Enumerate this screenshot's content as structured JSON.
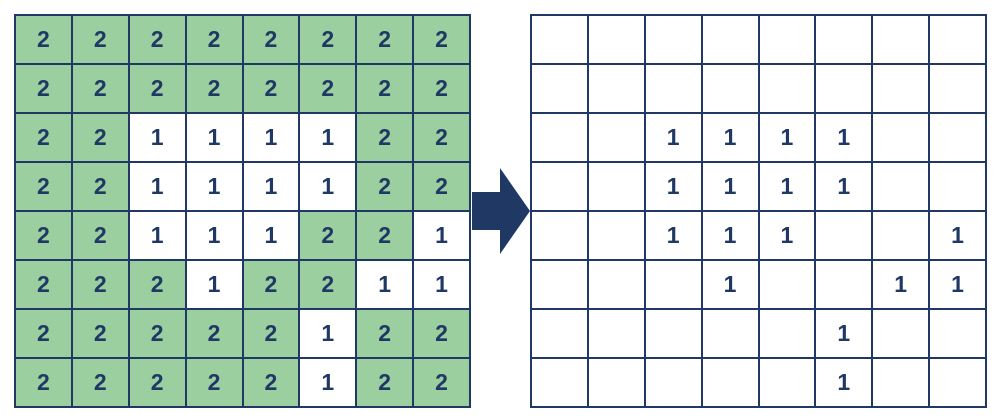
{
  "colors": {
    "green": "#9ccf9f",
    "white": "#ffffff",
    "navy": "#1f3864"
  },
  "arrow_icon": "right-arrow-icon",
  "left_grid": [
    [
      "2",
      "2",
      "2",
      "2",
      "2",
      "2",
      "2",
      "2"
    ],
    [
      "2",
      "2",
      "2",
      "2",
      "2",
      "2",
      "2",
      "2"
    ],
    [
      "2",
      "2",
      "1",
      "1",
      "1",
      "1",
      "2",
      "2"
    ],
    [
      "2",
      "2",
      "1",
      "1",
      "1",
      "1",
      "2",
      "2"
    ],
    [
      "2",
      "2",
      "1",
      "1",
      "1",
      "2",
      "2",
      "1"
    ],
    [
      "2",
      "2",
      "2",
      "1",
      "2",
      "2",
      "1",
      "1"
    ],
    [
      "2",
      "2",
      "2",
      "2",
      "2",
      "1",
      "2",
      "2"
    ],
    [
      "2",
      "2",
      "2",
      "2",
      "2",
      "1",
      "2",
      "2"
    ]
  ],
  "right_grid": [
    [
      "",
      "",
      "",
      "",
      "",
      "",
      "",
      ""
    ],
    [
      "",
      "",
      "",
      "",
      "",
      "",
      "",
      ""
    ],
    [
      "",
      "",
      "1",
      "1",
      "1",
      "1",
      "",
      ""
    ],
    [
      "",
      "",
      "1",
      "1",
      "1",
      "1",
      "",
      ""
    ],
    [
      "",
      "",
      "1",
      "1",
      "1",
      "",
      "",
      "1"
    ],
    [
      "",
      "",
      "",
      "1",
      "",
      "",
      "1",
      "1"
    ],
    [
      "",
      "",
      "",
      "",
      "",
      "1",
      "",
      ""
    ],
    [
      "",
      "",
      "",
      "",
      "",
      "1",
      "",
      ""
    ]
  ]
}
